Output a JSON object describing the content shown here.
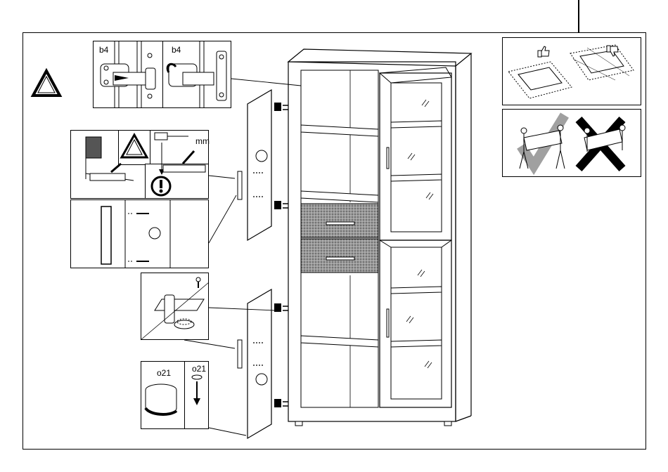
{
  "page": {
    "title": "Assembly step — doors, handles, hinges and caps"
  },
  "parts": {
    "hinge_top_left": "b4",
    "hinge_top_right": "b4",
    "cap_left": "o21",
    "cap_right": "o21"
  },
  "drill_panel": {
    "unit_label": "mm"
  },
  "icons": {
    "caution": "warning-triangle-icon",
    "attention": "exclamation-circle-icon",
    "ok": "thumbs-up-icon",
    "not_ok": "thumbs-down-icon",
    "two_person_ok": "two-person-carry-check-icon",
    "two_person_wrong": "two-person-carry-cross-icon"
  },
  "colors": {
    "line": "#000000",
    "background": "#ffffff",
    "check_mark": "#a0a0a0",
    "drawer_texture": "#8c8c8c"
  }
}
